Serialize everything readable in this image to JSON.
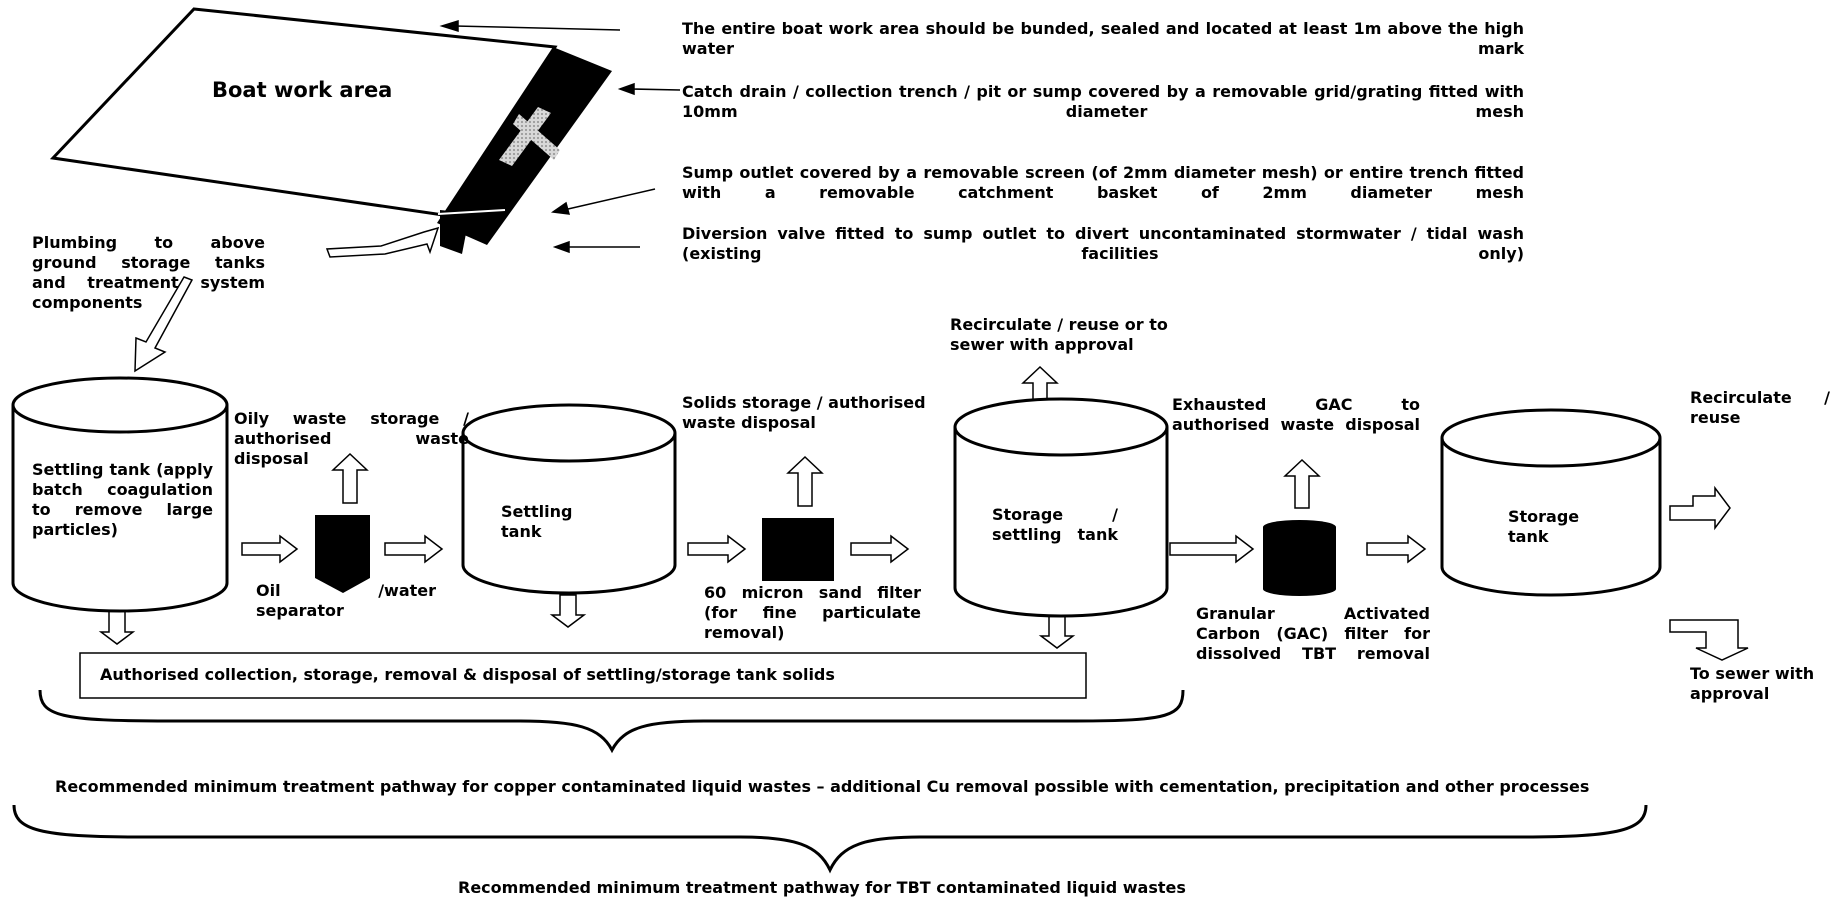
{
  "boat_work_area": {
    "title": "Boat work area",
    "notes": {
      "bunded": "The entire boat work area should be bunded, sealed and located at least 1m above the high water mark",
      "catch_drain": "Catch drain / collection trench / pit or sump covered by a removable grid/grating fitted with 10mm diameter mesh",
      "sump_outlet": "Sump outlet covered by a removable screen (of 2mm diameter mesh) or entire trench fitted with a   removable catchment basket of 2mm diameter mesh",
      "diversion_valve": "Diversion valve fitted to sump outlet to divert uncontaminated stormwater / tidal wash (existing facilities only)"
    },
    "plumbing": "Plumbing to above ground storage tanks and treatment system components"
  },
  "process": {
    "settling_tank_1": "Settling tank (apply batch coagulation to remove large particles)",
    "oily_waste": "Oily waste storage / authorised waste disposal",
    "oil_separator": "Oil /water separator",
    "settling_tank_2": "Settling tank",
    "solids_storage": "Solids storage / authorised waste disposal",
    "sand_filter": "60 micron sand filter (for fine particulate removal)",
    "storage_settling_tank": "Storage / settling tank",
    "recirculate_sewer": "Recirculate / reuse or to sewer with approval",
    "exhausted_gac": "Exhausted GAC to authorised waste disposal",
    "gac_filter": "Granular Activated Carbon (GAC) filter for dissolved TBT removal",
    "storage_tank": "Storage tank",
    "recirculate_reuse": "Recirculate / reuse",
    "to_sewer": "To sewer with approval"
  },
  "solids_box": "Authorised collection, storage, removal & disposal of settling/storage tank solids",
  "pathways": {
    "copper": "Recommended minimum treatment pathway for copper contaminated liquid wastes – additional Cu removal possible with cementation, precipitation and other processes",
    "tbt": "Recommended  minimum treatment pathway for TBT contaminated liquid wastes"
  }
}
